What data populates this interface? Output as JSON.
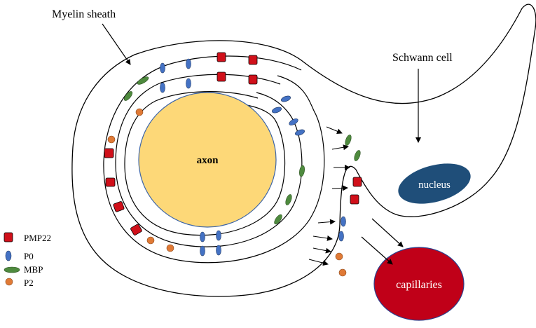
{
  "labels": {
    "myelin_sheath": "Myelin sheath",
    "schwann_cell": "Schwann cell",
    "axon": "axon",
    "nucleus": "nucleus",
    "capillaries": "capillaries"
  },
  "legend": [
    {
      "key": "pmp22",
      "label": "PMP22"
    },
    {
      "key": "p0",
      "label": "P0"
    },
    {
      "key": "mbp",
      "label": "MBP"
    },
    {
      "key": "p2",
      "label": "P2"
    }
  ],
  "colors": {
    "axon_fill": "#FDD878",
    "axon_stroke": "#3A63A8",
    "nucleus_fill": "#1F4E79",
    "capillaries_fill": "#C00018",
    "capillaries_stroke": "#2B3F8C",
    "pmp22": "#D0101A",
    "p0": "#4472C4",
    "mbp": "#4E8A3E",
    "p2": "#E07A36",
    "line": "#000000"
  }
}
